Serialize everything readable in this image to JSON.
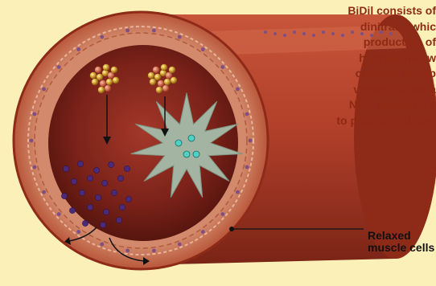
{
  "caption": {
    "lines": [
      "BiDil consists of",
      "dinitrate, whic",
      "production of",
      "hydralazine, w",
      "creation of sup",
      "vessels dilate a",
      "NO₂, making it e",
      "to push blood thro"
    ]
  },
  "labels": {
    "muscle_line1": "Relaxed",
    "muscle_line2": "muscle cells"
  },
  "colors": {
    "background": "#fbf0b8",
    "vessel_outer": "#a93a1e",
    "vessel_wall": "#c9745a",
    "lumen": "#6e1c16",
    "purple_dots": "#4b2a78",
    "teal_dots": "#4fd1c5",
    "star": "#a3b4a2",
    "caption_text": "#8e2914"
  },
  "icons": [
    "molecule-cluster-icon",
    "molecule-cluster-icon",
    "starburst-cell-icon",
    "curved-arrow-icon"
  ]
}
